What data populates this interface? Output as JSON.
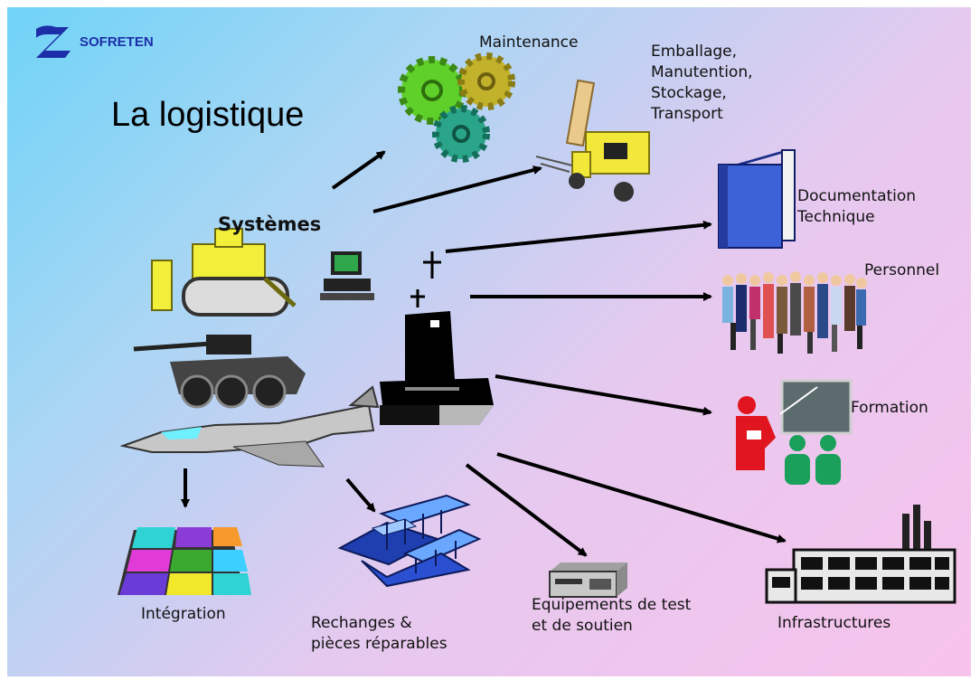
{
  "brand": {
    "name": "SOFRETEN",
    "logo_icon": "z-logo-icon"
  },
  "title": "La logistique",
  "center_label": "Systèmes",
  "labels": {
    "maintenance": "Maintenance",
    "handling": [
      "Emballage,",
      "Manutention,",
      "Stockage,",
      "Transport"
    ],
    "documentation": [
      "Documentation",
      "Technique"
    ],
    "personnel": "Personnel",
    "formation": "Formation",
    "integration": "Intégration",
    "spares": [
      "Rechanges &",
      "pièces réparables"
    ],
    "test_equipment": [
      "Equipements de test",
      "et de soutien"
    ],
    "infrastructures": "Infrastructures"
  },
  "icons": [
    "gears-icon",
    "forklift-icon",
    "binder-icon",
    "people-icon",
    "teacher-icon",
    "bulldozer-icon",
    "computer-icon",
    "tank-icon",
    "fighter-jet-icon",
    "warship-icon",
    "puzzle-icon",
    "circuit-boards-icon",
    "test-device-icon",
    "factory-icon"
  ],
  "colors": {
    "background_start": "#6fd3f7",
    "background_end": "#f7c3ec",
    "logo": "#1d2fa8",
    "gear_green": "#5fd02a",
    "gear_olive": "#c2b22b",
    "gear_teal": "#2aa58a",
    "forklift_yellow": "#f2e83a",
    "binder_blue": "#3d62d8",
    "teacher_red": "#e0151f",
    "students_green": "#1aa05a"
  }
}
